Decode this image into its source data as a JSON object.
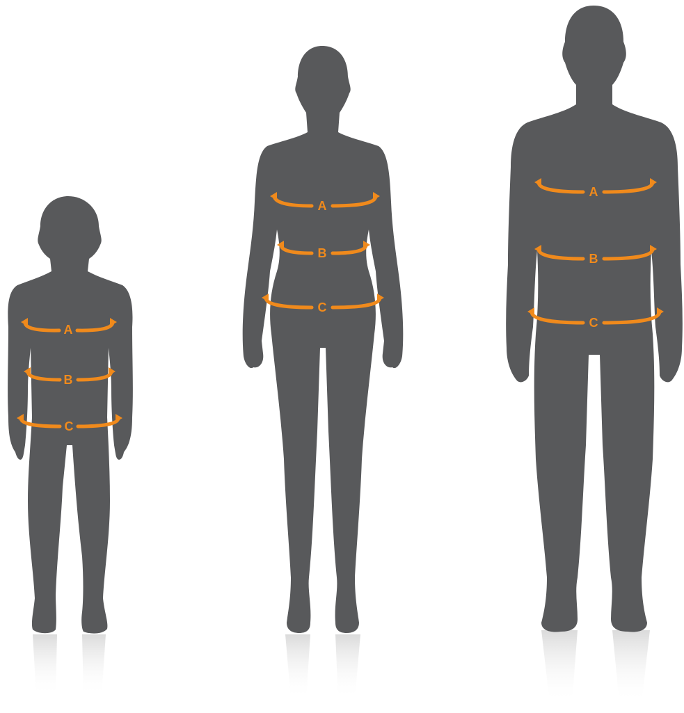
{
  "colors": {
    "silhouette": "#58595b",
    "measure": "#f08a1c",
    "reflection": "#c8c8c8",
    "background": "#ffffff"
  },
  "figures": [
    {
      "id": "child",
      "measurements": [
        {
          "key": "A",
          "label": "A"
        },
        {
          "key": "B",
          "label": "B"
        },
        {
          "key": "C",
          "label": "C"
        }
      ]
    },
    {
      "id": "woman",
      "measurements": [
        {
          "key": "A",
          "label": "A"
        },
        {
          "key": "B",
          "label": "B"
        },
        {
          "key": "C",
          "label": "C"
        }
      ]
    },
    {
      "id": "man",
      "measurements": [
        {
          "key": "A",
          "label": "A"
        },
        {
          "key": "B",
          "label": "B"
        },
        {
          "key": "C",
          "label": "C"
        }
      ]
    }
  ]
}
